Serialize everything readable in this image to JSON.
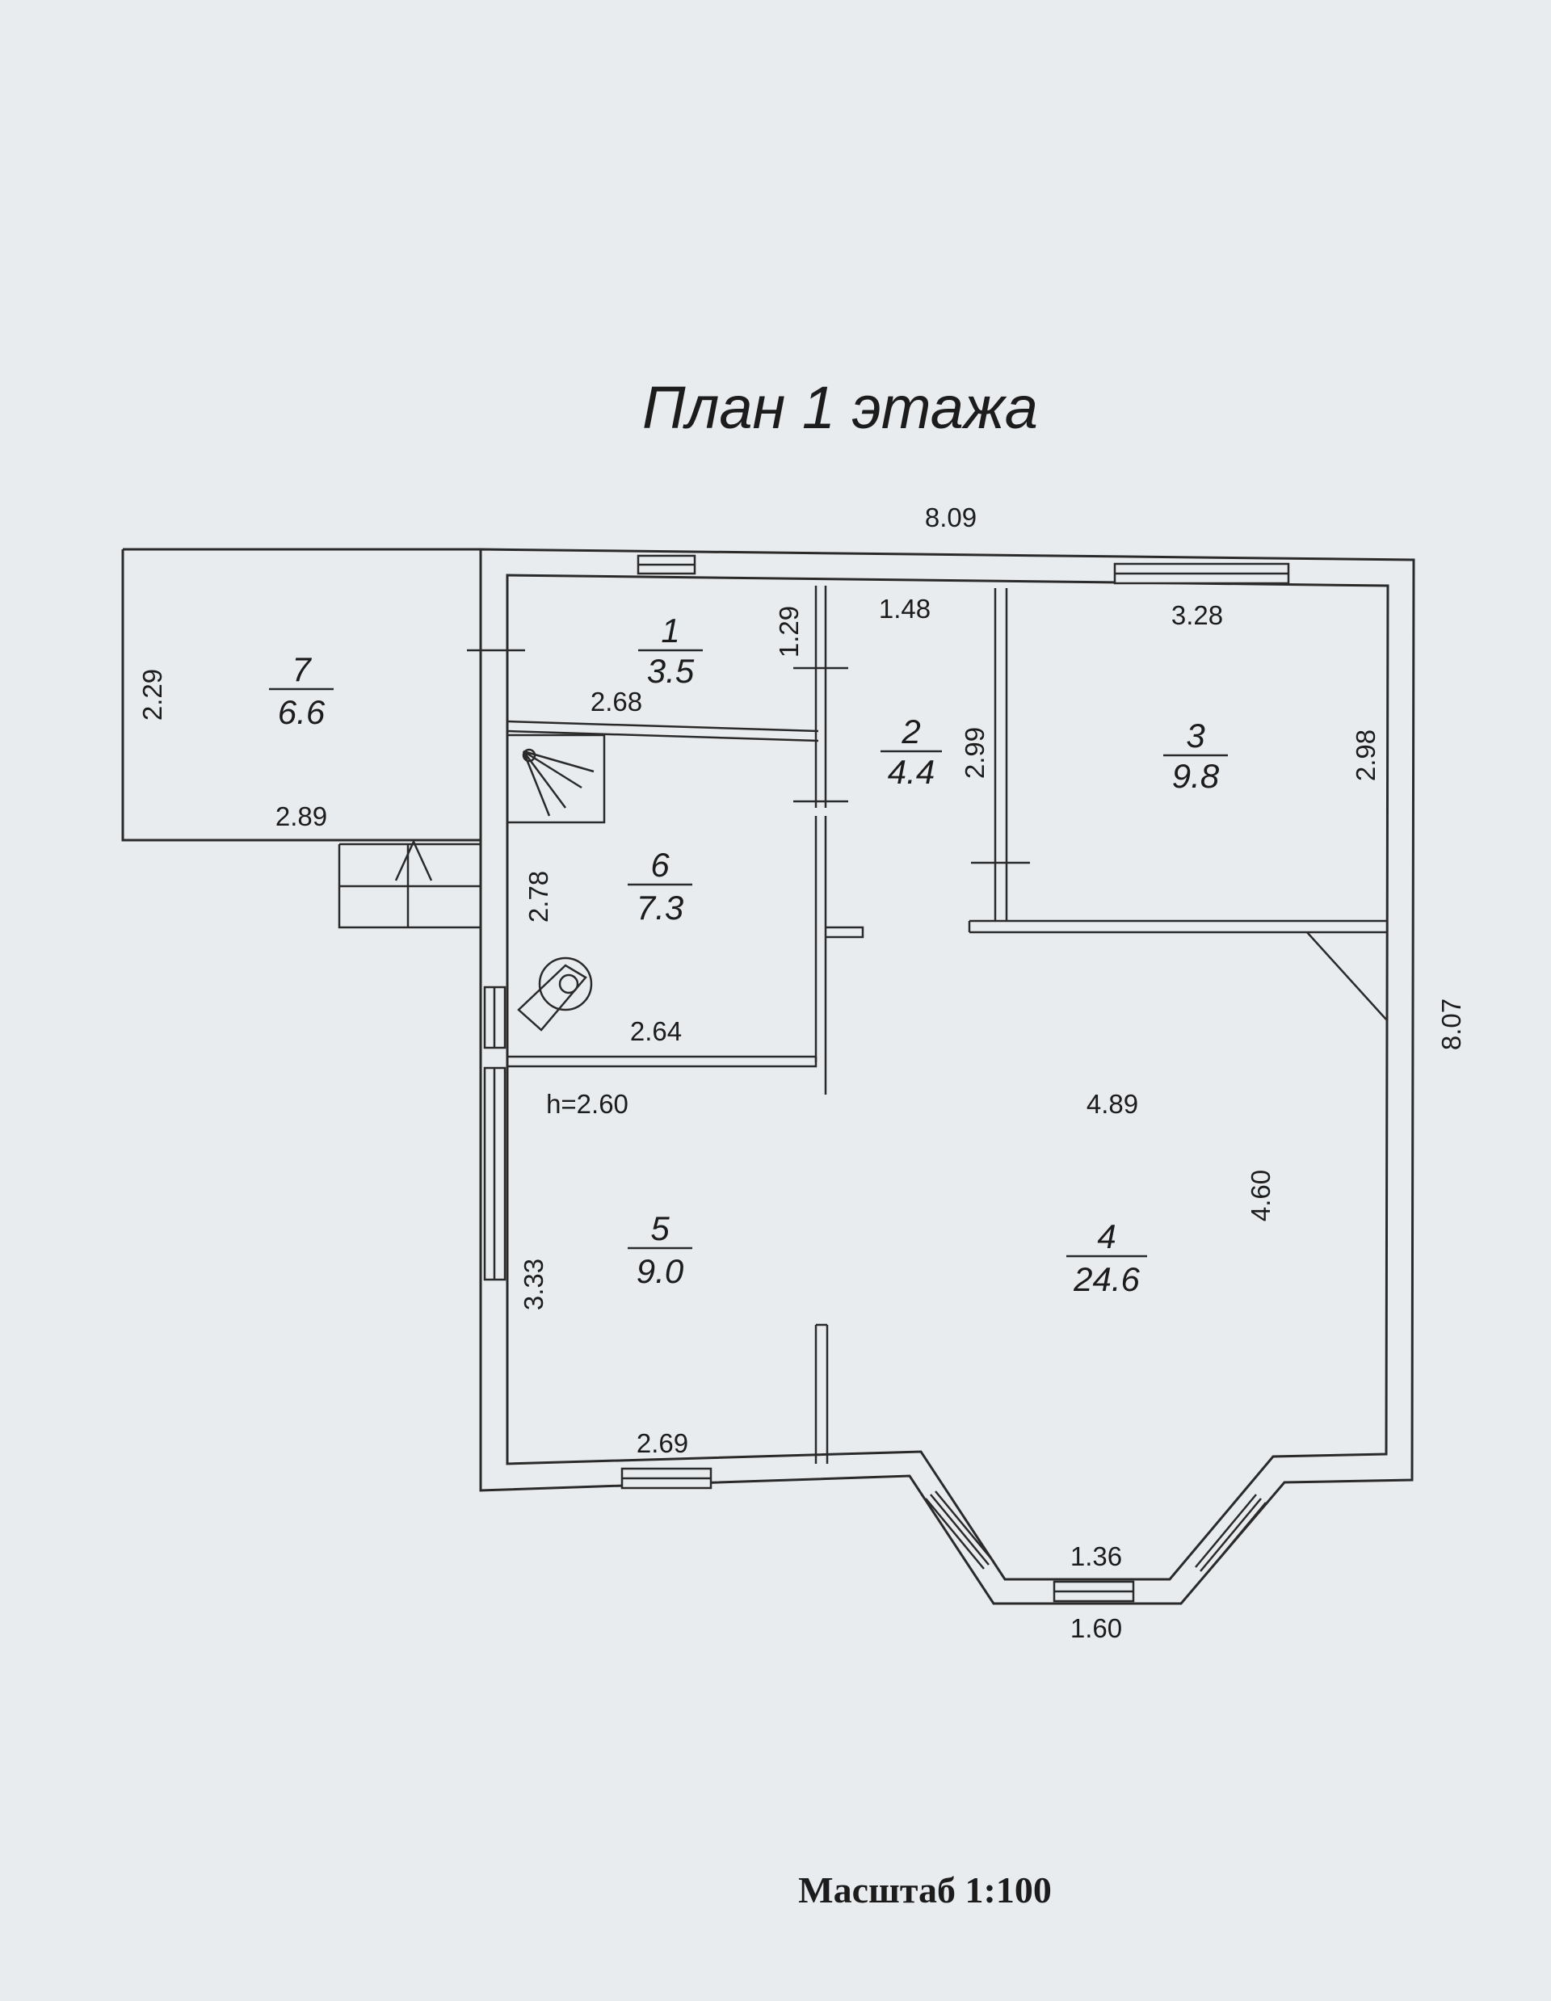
{
  "title": "План 1 этажа",
  "scale": "Масштаб 1:100",
  "ceiling_height": "h=2.60",
  "rooms": [
    {
      "number": "1",
      "area": "3.5"
    },
    {
      "number": "2",
      "area": "4.4"
    },
    {
      "number": "3",
      "area": "9.8"
    },
    {
      "number": "4",
      "area": "24.6"
    },
    {
      "number": "5",
      "area": "9.0"
    },
    {
      "number": "6",
      "area": "7.3"
    },
    {
      "number": "7",
      "area": "6.6"
    }
  ],
  "dimensions": {
    "overall_width": "8.09",
    "overall_depth": "8.07",
    "r1_depth": "1.29",
    "r1_width": "2.68",
    "r2_width": "1.48",
    "r2_depth": "2.99",
    "r3_width": "3.28",
    "r3_depth": "2.98",
    "r4_width": "4.89",
    "r4_depth": "4.60",
    "r5_depth": "3.33",
    "r5_width": "2.69",
    "r6_depth": "2.78",
    "r6_width": "2.64",
    "r7_depth": "2.29",
    "r7_width": "2.89",
    "bay_inner": "1.36",
    "bay_outer": "1.60"
  }
}
